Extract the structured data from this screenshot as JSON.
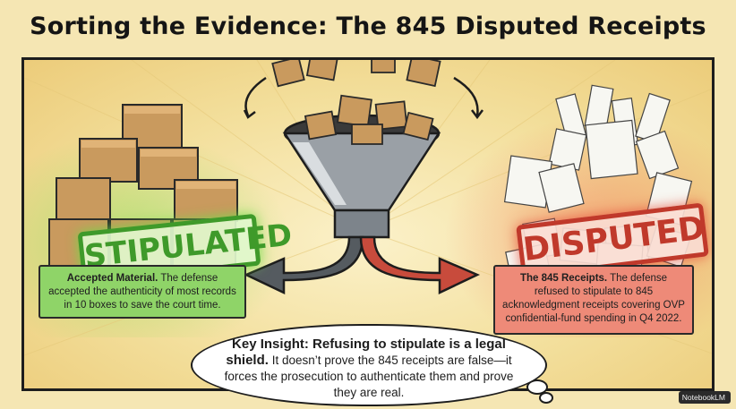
{
  "title": "Sorting the Evidence: The 845 Disputed Receipts",
  "stamps": {
    "stipulated": "STIPULATED",
    "disputed": "DISPUTED"
  },
  "captions": {
    "left_heading": "Accepted Material.",
    "left_body": "The defense accepted the authenticity of most records in 10 boxes to save the court time.",
    "right_heading": "The 845 Receipts.",
    "right_body": "The defense refused to stipulate to 845 acknowledgment receipts covering OVP confidential-fund spending in Q4 2022."
  },
  "insight": {
    "heading": "Key Insight: Refusing to stipulate is a legal shield.",
    "body": "It doesn’t prove the 845 receipts are false—it forces the prosecution to authenticate them and prove they are real."
  },
  "watermark": "NotebookLM",
  "colors": {
    "accepted": "#3f9a2a",
    "disputed": "#c0392b",
    "background": "#f5e6b3"
  }
}
